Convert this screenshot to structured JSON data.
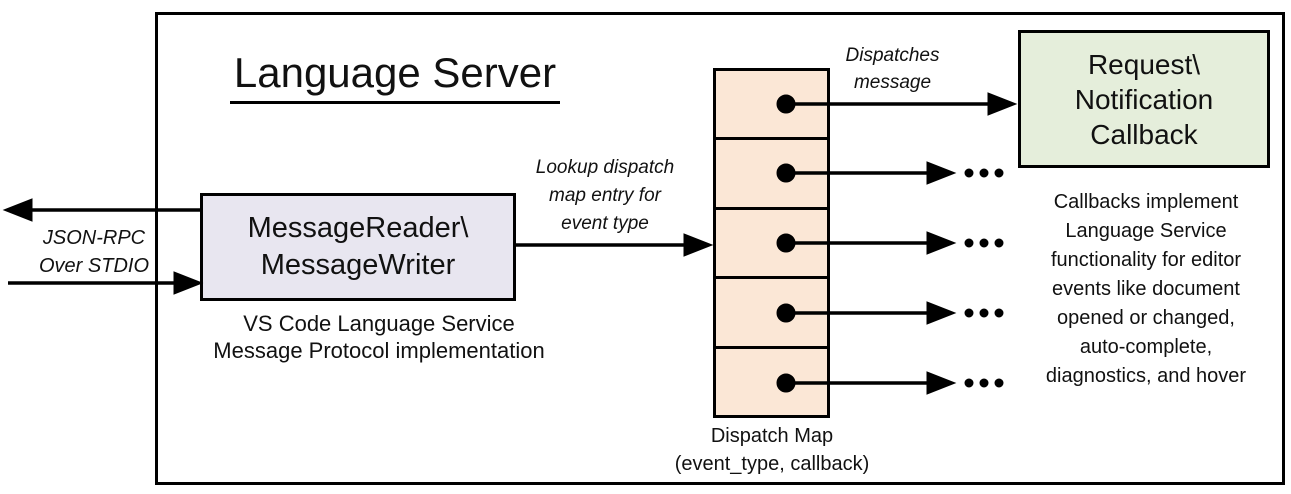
{
  "colors": {
    "background": "#FFFFFF",
    "stroke": "#000000",
    "reader_fill": "#E8E6F0",
    "dispatch_fill": "#FBE7D6",
    "callback_fill": "#E5EEDB"
  },
  "diagram": {
    "title": "Language Server",
    "io_label": "JSON-RPC\nOver STDIO",
    "reader": {
      "label": "MessageReader\\\nMessageWriter",
      "caption": "VS Code Language Service\nMessage Protocol implementation"
    },
    "lookup_label": "Lookup dispatch\nmap entry for\nevent type",
    "dispatch_map": {
      "caption": "Dispatch Map\n(event_type, callback)",
      "slot_count": 5
    },
    "dispatches_label": "Dispatches\nmessage",
    "callback": {
      "label": "Request\\\nNotification\nCallback",
      "caption": "Callbacks implement\nLanguage Service\nfunctionality for editor\nevents like document\nopened or changed,\nauto-complete,\ndiagnostics, and hover"
    },
    "ellipsis_icon": "..."
  }
}
